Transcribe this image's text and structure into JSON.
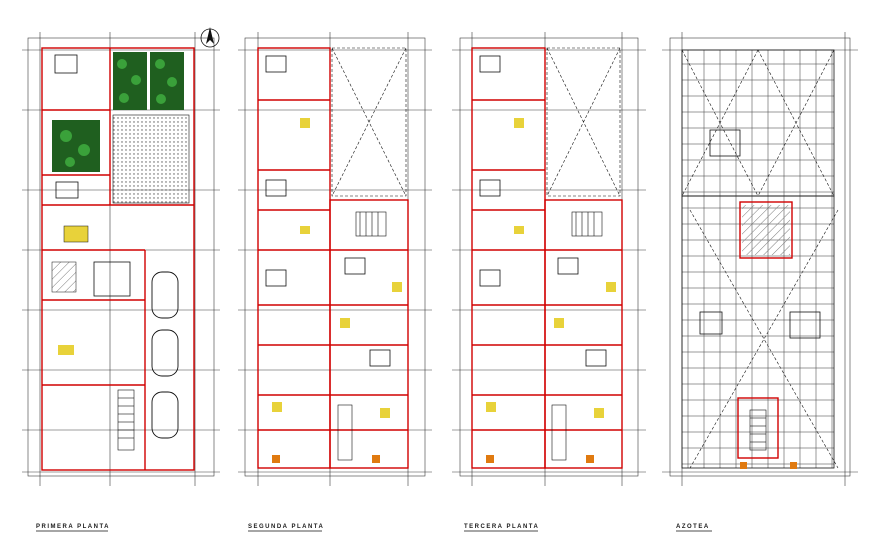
{
  "sheet": {
    "plans": [
      {
        "id": "ground",
        "label": "PRIMERA PLANTA"
      },
      {
        "id": "second",
        "label": "SEGUNDA PLANTA"
      },
      {
        "id": "third",
        "label": "TERCERA PLANTA"
      },
      {
        "id": "roof",
        "label": "AZOTEA"
      }
    ]
  },
  "colors": {
    "wall": "#d10000",
    "line": "#111111",
    "grid": "#3a3a3a",
    "garden": "#1f5f1f",
    "tree": "#3aa13a",
    "fixture": "#e8d23a",
    "hatch": "#7a7a7a"
  },
  "icons": [
    "north-arrow-icon",
    "car-icon",
    "tree-icon",
    "bed-icon",
    "stair-icon",
    "toilet-icon"
  ]
}
